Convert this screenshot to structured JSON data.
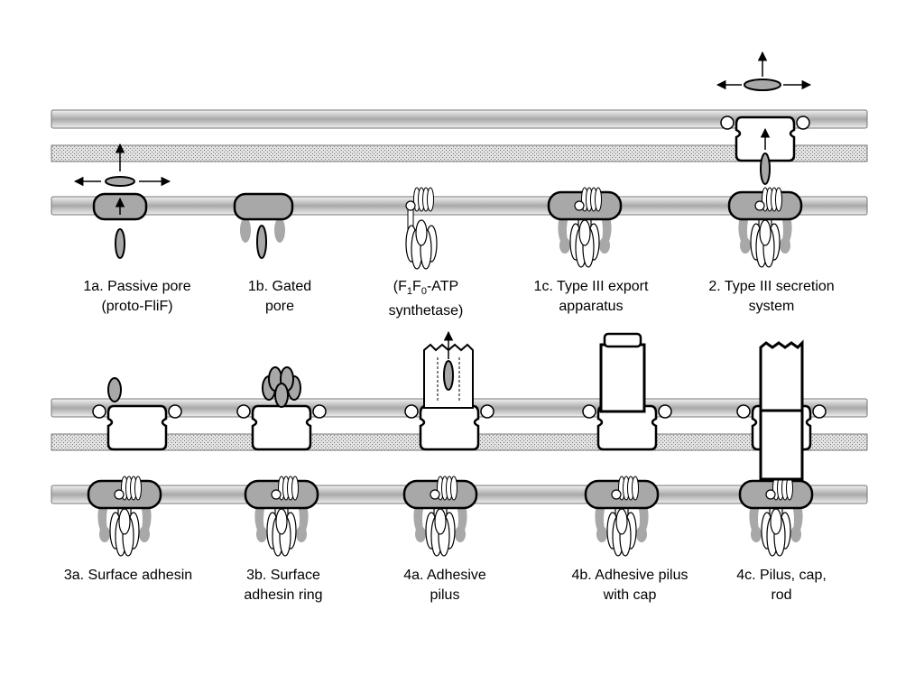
{
  "colors": {
    "membrane_fill": "#c0c0c0",
    "peptidoglycan_fill": "#d8d8d8",
    "protein_fill": "#a8a8a8",
    "outline": "#000000",
    "background": "#ffffff"
  },
  "labels": {
    "passive_pore": {
      "line1": "1a. Passive pore",
      "line2": "(proto-FliF)"
    },
    "gated_pore": {
      "line1": "1b. Gated",
      "line2": "pore"
    },
    "atp_synthetase": {
      "line1_open": "(F",
      "sub1": "1",
      "mid": "F",
      "sub2": "0",
      "line1_close": "-ATP",
      "line2": "synthetase)"
    },
    "type3_export": {
      "line1": "1c. Type III export",
      "line2": "apparatus"
    },
    "type3_secretion": {
      "line1": "2. Type III secretion",
      "line2": "system"
    },
    "surface_adhesin": {
      "line1": "3a. Surface adhesin"
    },
    "surface_adhesin_ring": {
      "line1": "3b. Surface",
      "line2": "adhesin ring"
    },
    "adhesive_pilus": {
      "line1": "4a. Adhesive",
      "line2": "pilus"
    },
    "adhesive_pilus_cap": {
      "line1": "4b. Adhesive pilus",
      "line2": "with cap"
    },
    "pilus_cap_rod": {
      "line1": "4c. Pilus, cap,",
      "line2": "rod"
    }
  }
}
